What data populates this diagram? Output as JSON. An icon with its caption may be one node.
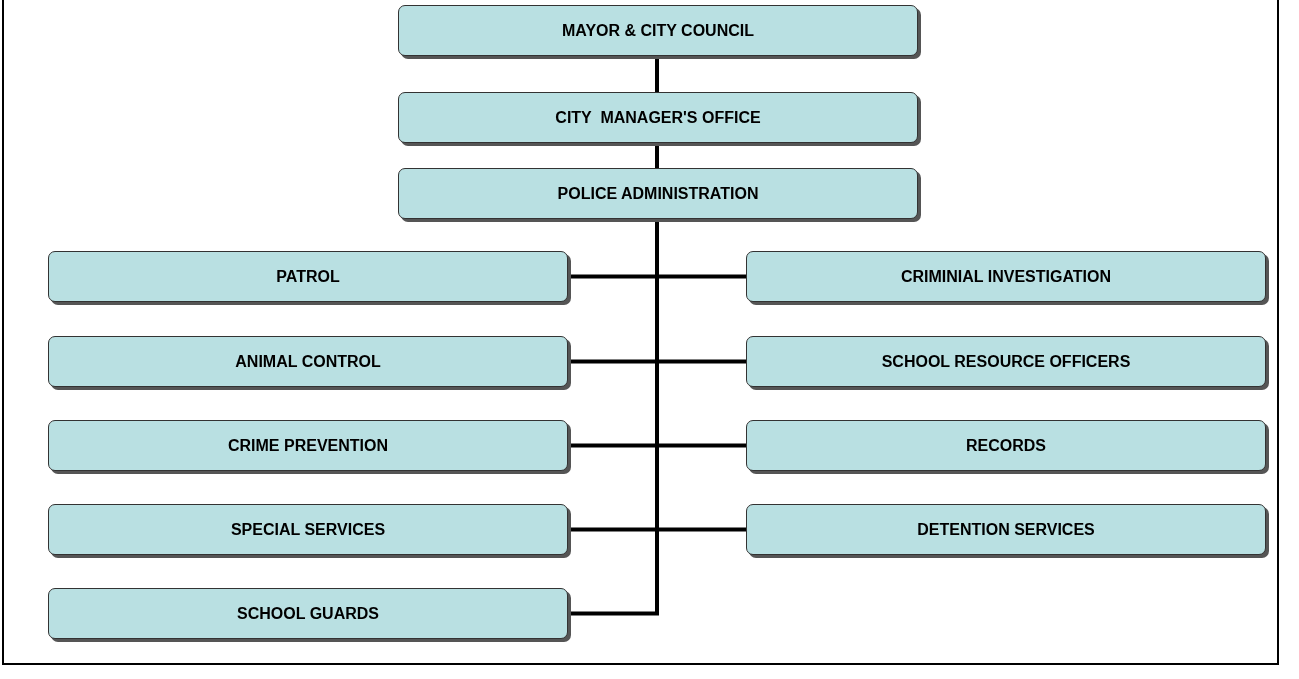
{
  "diagram": {
    "nodes": [
      {
        "text": [
          "MAYOR & CITY COUNCIL"
        ]
      },
      {
        "text": [
          "CITY  MANAGER'S OFFICE"
        ]
      },
      {
        "text": [
          "POLICE ADMINISTRATION"
        ]
      },
      {
        "text": [
          "PATROL"
        ]
      },
      {
        "text": [
          "CRIMINIAL INVESTIGATION"
        ]
      },
      {
        "text": [
          "ANIMAL CONTROL"
        ]
      },
      {
        "text": [
          "SCHOOL RESOURCE OFFICERS"
        ]
      },
      {
        "text": [
          "CRIME PREVENTION"
        ]
      },
      {
        "text": [
          "RECORDS"
        ]
      },
      {
        "text": [
          "SPECIAL SERVICES"
        ]
      },
      {
        "text": [
          "DETENTION SERVICES"
        ]
      },
      {
        "text": [
          "SCHOOL GUARDS"
        ]
      }
    ],
    "edges": [
      {
        "from": 0,
        "to": 1,
        "arrow": "none"
      },
      {
        "from": 1,
        "to": 2,
        "arrow": "none"
      },
      {
        "from": 2,
        "to": 3,
        "arrow": "none"
      },
      {
        "from": 2,
        "to": 4,
        "arrow": "none"
      },
      {
        "from": 2,
        "to": 5,
        "arrow": "none"
      },
      {
        "from": 2,
        "to": 6,
        "arrow": "none"
      },
      {
        "from": 2,
        "to": 7,
        "arrow": "none"
      },
      {
        "from": 2,
        "to": 8,
        "arrow": "none"
      },
      {
        "from": 2,
        "to": 9,
        "arrow": "none"
      },
      {
        "from": 2,
        "to": 10,
        "arrow": "none"
      },
      {
        "from": 2,
        "to": 11,
        "arrow": "none"
      }
    ]
  }
}
